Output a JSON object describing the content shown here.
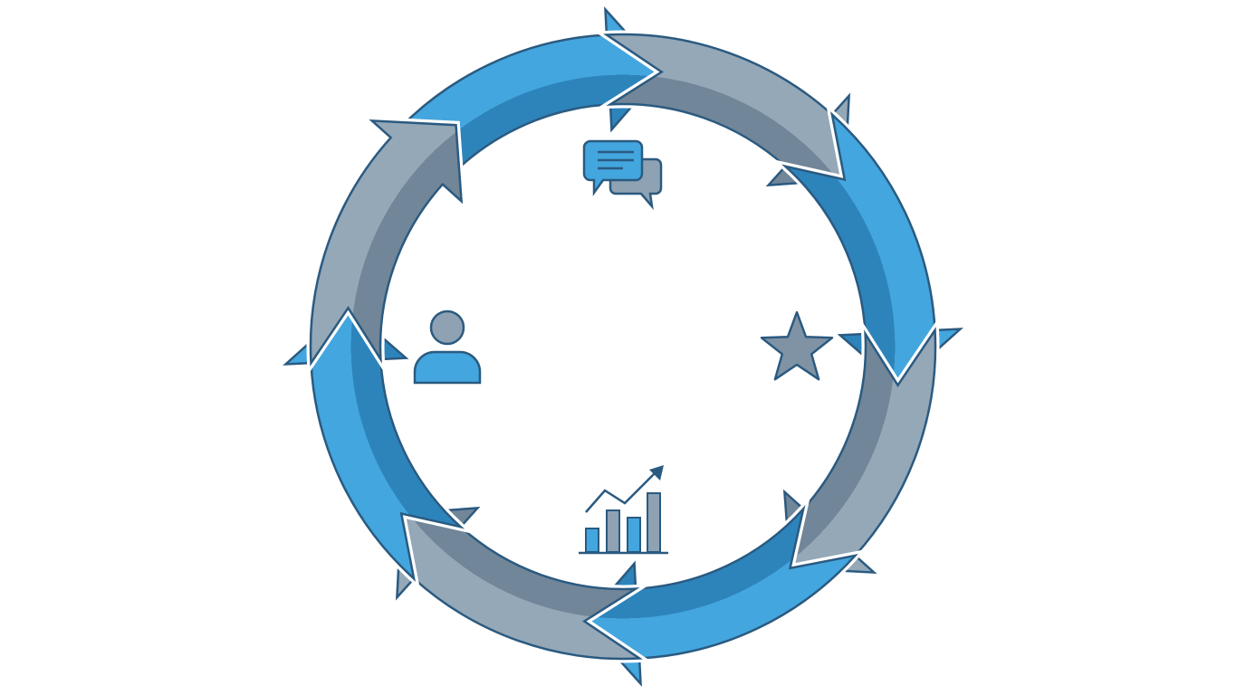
{
  "diagram": {
    "type": "cycle",
    "direction": "clockwise",
    "arrows": [
      {
        "tone": "blue"
      },
      {
        "tone": "gray"
      },
      {
        "tone": "blue"
      },
      {
        "tone": "gray"
      },
      {
        "tone": "blue"
      },
      {
        "tone": "gray"
      },
      {
        "tone": "blue"
      },
      {
        "tone": "gray"
      }
    ],
    "icons": [
      {
        "name": "chat-bubbles-icon",
        "position": "top"
      },
      {
        "name": "star-icon",
        "position": "right"
      },
      {
        "name": "bar-chart-growth-icon",
        "position": "bottom"
      },
      {
        "name": "user-icon",
        "position": "left"
      }
    ]
  },
  "colors": {
    "blue_light": "#43a6de",
    "blue_dark": "#2d84bb",
    "gray_light": "#94a8b8",
    "gray_dark": "#718698",
    "outline": "#2b5a80",
    "background": "#ffffff"
  }
}
